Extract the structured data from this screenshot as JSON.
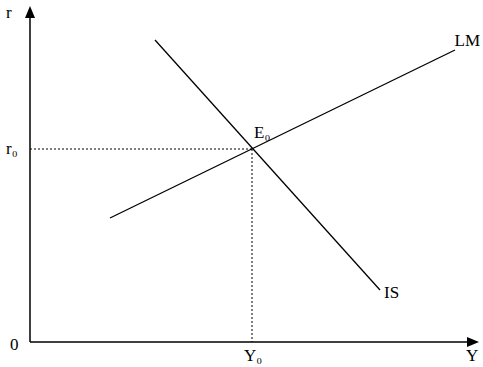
{
  "diagram": {
    "labels": [
      "r",
      "LM",
      "r₀",
      "E₀",
      "IS",
      "0",
      "Y₀",
      "Y"
    ]
  }
}
